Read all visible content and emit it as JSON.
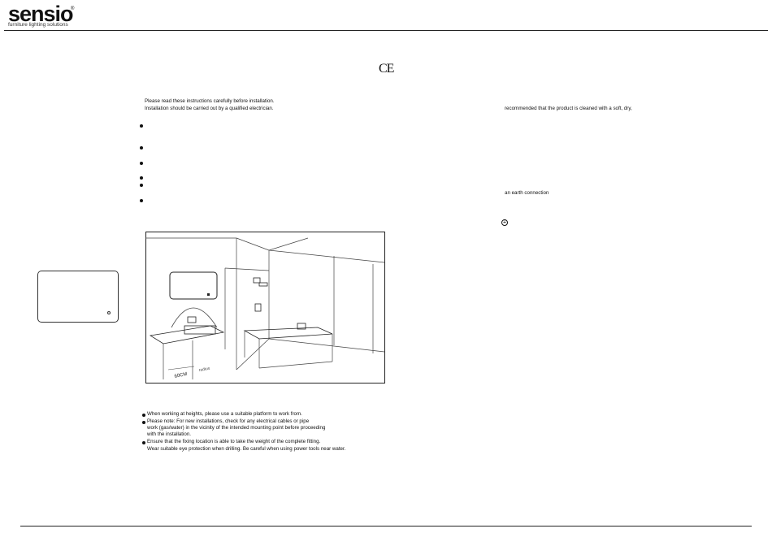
{
  "header": {
    "logo_text": "sensio",
    "logo_reg": "®",
    "tagline": "furniture lighting solutions"
  },
  "ce_mark": "CE",
  "intro": {
    "line1": "Please read these instructions carefully before installation.",
    "line2": "Installation should be carried out by a qualified electrician."
  },
  "diagram": {
    "distance_label": "60CM",
    "radius_label": "radius"
  },
  "safety": {
    "line1": "When working at heights, please use a suitable platform to work from.",
    "line2": "Please note: For new installations, check for any electrical cables or pipe",
    "line3": "work (gas/water) in the vicinity of the intended mounting point before proceeding",
    "line4": "with the installation.",
    "line5": "Ensure that the fixing location is able to take the weight of the complete fitting.",
    "line6": "Wear suitable eye protection when drilling. Be careful when using power tools near water."
  },
  "right_column": {
    "cleaning": "recommended that the product is cleaned with a soft, dry,",
    "earth": "an earth connection"
  }
}
